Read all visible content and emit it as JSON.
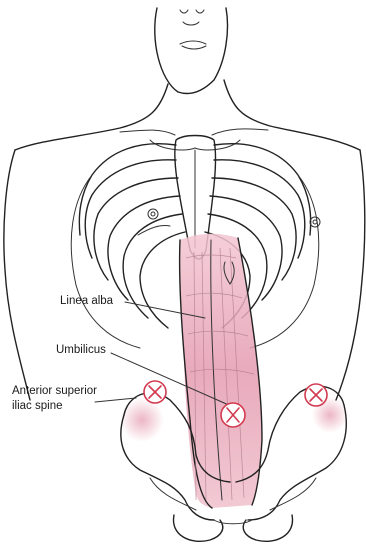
{
  "labels": {
    "linea_alba": "Linea alba",
    "umbilicus": "Umbilicus",
    "asis_line1": "Anterior superior",
    "asis_line2": "iliac spine"
  },
  "markers": {
    "count": 3,
    "symbol": "X",
    "color": "#d23a50"
  },
  "colors": {
    "muscle_fill": "#e8a8b8",
    "line_ink": "#222222",
    "background": "#ffffff"
  }
}
